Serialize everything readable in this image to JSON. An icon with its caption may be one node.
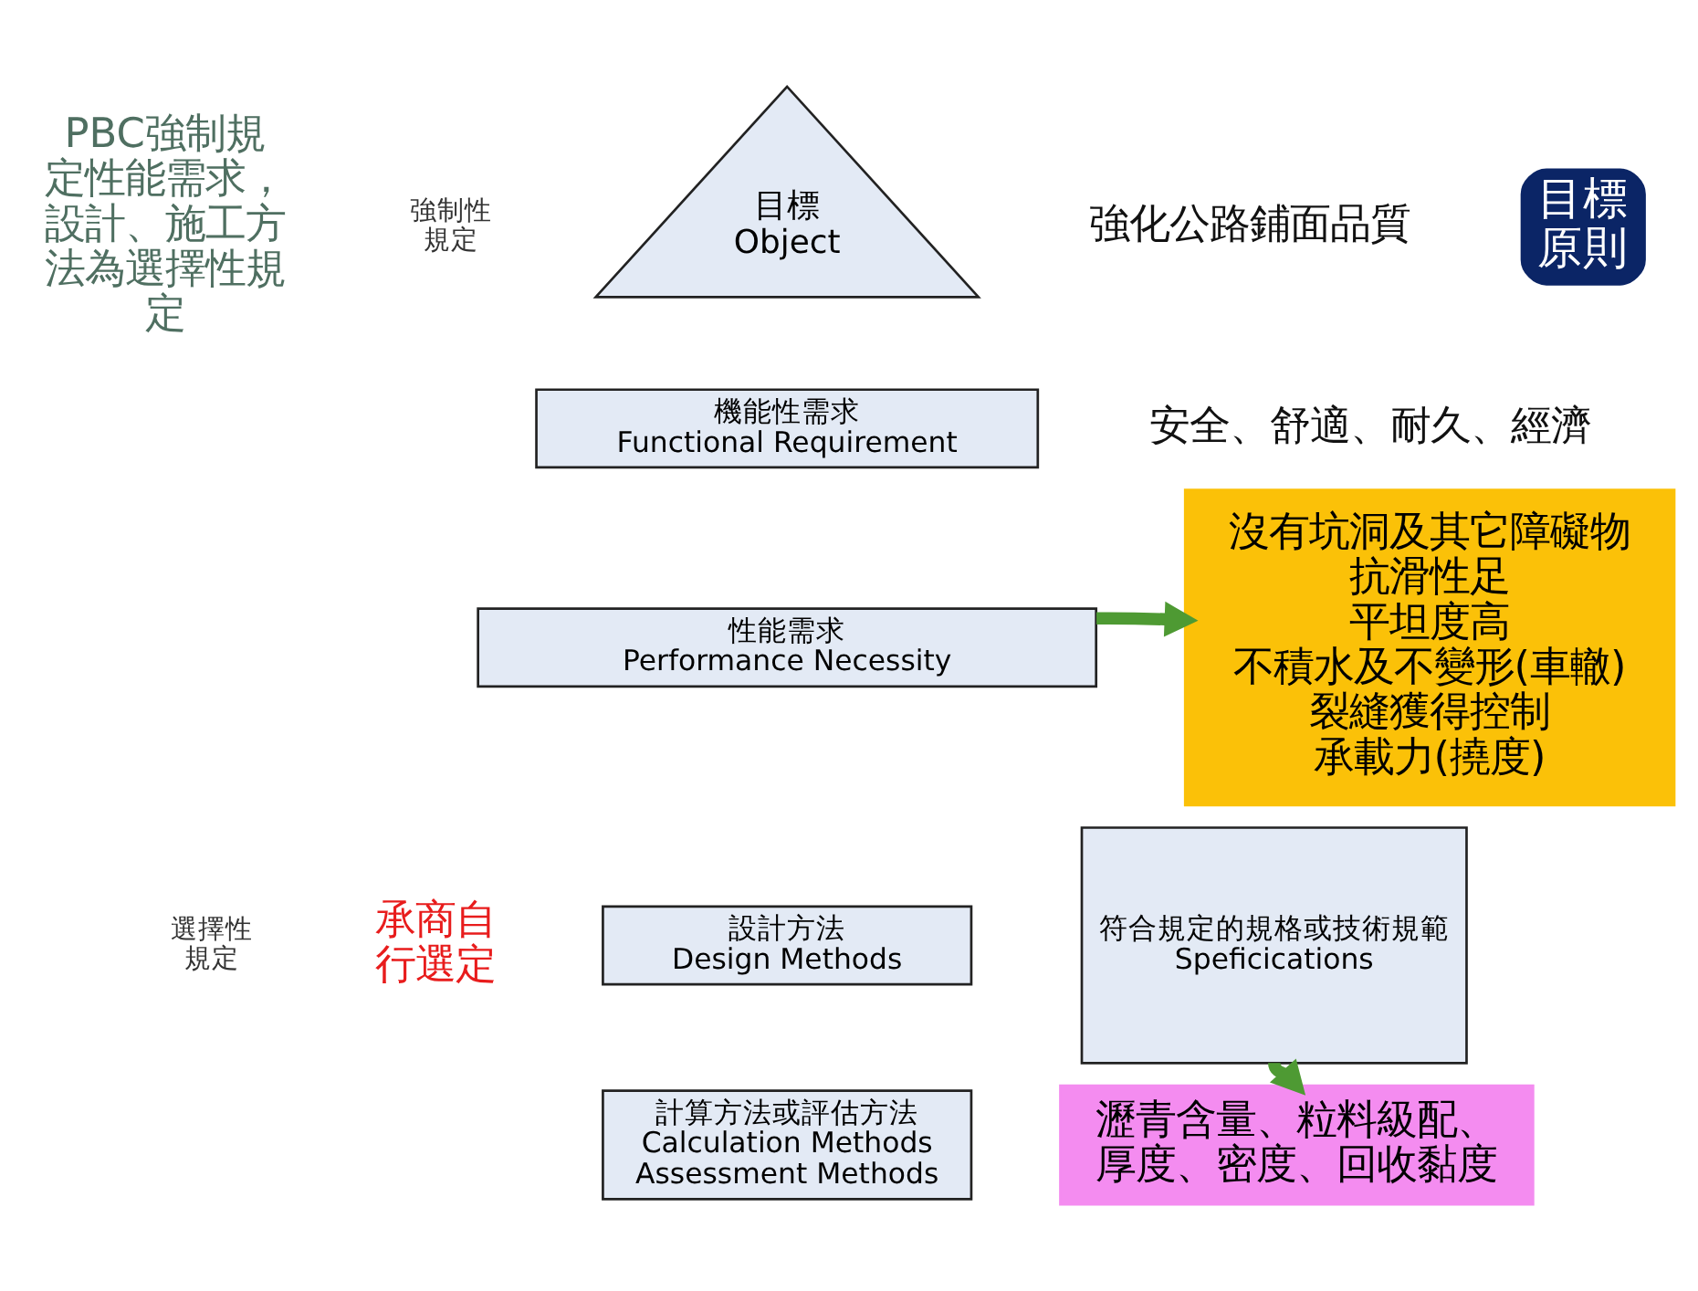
{
  "diagram": {
    "nodes": [
      {
        "text": [
          "目標",
          "Object"
        ]
      },
      {
        "text": [
          "機能性需求",
          "Functional Requirement"
        ]
      },
      {
        "text": [
          "性能需求",
          "Performance Necessity"
        ]
      },
      {
        "text": [
          "設計方法",
          "Design Methods"
        ]
      },
      {
        "text": [
          "計算方法或評估方法",
          "Calculation Methods",
          "Assessment Methods"
        ]
      },
      {
        "text": [
          "符合規定的規格或技術規範",
          "Speficications"
        ]
      },
      {
        "text": [
          "沒有坑洞及其它障礙物",
          "抗滑性足",
          "平坦度高",
          "不積水及不變形(車轍)",
          "裂縫獲得控制",
          "承載力(撓度)"
        ]
      },
      {
        "text": [
          "瀝青含量、粒料級配、厚度、密度、回收黏度"
        ]
      },
      {
        "text": [
          "目標原則"
        ]
      }
    ],
    "edges": [
      {
        "from": 2,
        "to": 6,
        "arrow": "to"
      },
      {
        "from": 5,
        "to": 7,
        "arrow": "to"
      }
    ],
    "labels": [
      "PBC強制規定性能需求，設計、施工方法為選擇性規定",
      "強制性規定",
      "強化公路鋪面品質",
      "安全、舒適、耐久、經濟",
      "選擇性規定",
      "承商自行選定"
    ]
  }
}
